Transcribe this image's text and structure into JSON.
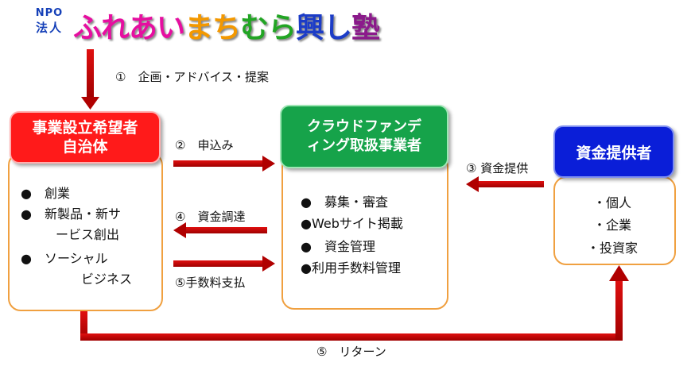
{
  "logo": {
    "npo_line1": "NPO",
    "npo_line2": "法人",
    "name_parts": [
      "ふれあい",
      "まち",
      "むら",
      "興し",
      "塾"
    ]
  },
  "steps": {
    "step1": "①　企画・アドバイス・提案",
    "step2": "②　申込み",
    "step3": "③ 資金提供",
    "step4": "④　資金調達",
    "step5a": "⑤手数料支払",
    "step5b": "⑤　リターン"
  },
  "applicant": {
    "header_line1": "事業設立希望者",
    "header_line2": "自治体",
    "items": [
      "●　創業",
      "●　新製品・新サ",
      "ービス創出",
      "●　ソーシャル",
      "ビジネス"
    ]
  },
  "platform": {
    "header_line1": "クラウドファンデ",
    "header_line2": "ィング取扱事業者",
    "items": [
      "●　募集・審査",
      "●Webサイト掲載",
      "●　資金管理",
      "●利用手数料管理"
    ]
  },
  "investor": {
    "header": "資金提供者",
    "items": [
      "・個人",
      "・企業",
      "・投資家"
    ]
  },
  "colors": {
    "arrow": "#cc0000",
    "applicant_header": "#ff1a1a",
    "platform_header": "#16a34a",
    "investor_header": "#0a1ed8",
    "box_border": "#f0a040"
  }
}
